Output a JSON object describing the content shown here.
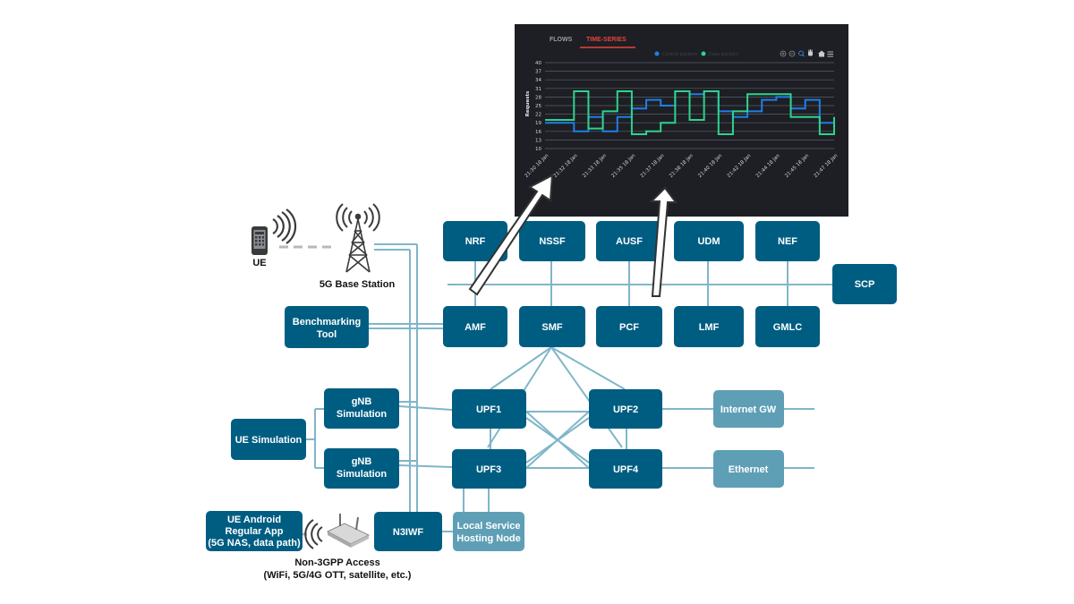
{
  "colors": {
    "node": "#005d82",
    "node_light": "#5f9fb6",
    "link": "#7fb6c9",
    "dashboard_bg": "#1d1f24",
    "tab_active": "#e8443a",
    "series_blue": "#1f7ee8",
    "series_green": "#2ed38c"
  },
  "nodes": {
    "nrf": "NRF",
    "nssf": "NSSF",
    "ausf": "AUSF",
    "udm": "UDM",
    "nef": "NEF",
    "scp": "SCP",
    "amf": "AMF",
    "smf": "SMF",
    "pcf": "PCF",
    "lmf": "LMF",
    "gmlc": "GMLC",
    "benchmarking_tool": [
      "Benchmarking",
      "Tool"
    ],
    "gnb1": [
      "gNB",
      "Simulation"
    ],
    "gnb2": [
      "gNB",
      "Simulation"
    ],
    "ue_simulation": "UE Simulation",
    "upf1": "UPF1",
    "upf2": "UPF2",
    "upf3": "UPF3",
    "upf4": "UPF4",
    "internet_gw": "Internet GW",
    "ethernet": "Ethernet",
    "local_service": [
      "Local Service",
      "Hosting Node"
    ],
    "n3iwf": "N3IWF",
    "ue_android": [
      "UE Android",
      "Regular App",
      "(5G NAS, data path)"
    ]
  },
  "labels": {
    "ue": "UE",
    "base_station": "5G Base Station",
    "non3gpp": [
      "Non-3GPP Access",
      "(WiFi, 5G/4G OTT, satellite, etc.)"
    ]
  },
  "icons": [
    "phone-icon",
    "wireless-waves-icon",
    "antenna-tower-icon",
    "wifi-router-icon",
    "zoom-in-icon",
    "zoom-out-icon",
    "magnifier-icon",
    "pan-icon",
    "home-icon",
    "menu-icon"
  ],
  "dashboard": {
    "tabs": [
      "FLOWS",
      "TIME-SERIES"
    ],
    "active_tab": "TIME-SERIES",
    "legend": [
      "Control packets",
      "Data packets"
    ]
  },
  "chart_data": {
    "type": "line",
    "ylabel": "Requests",
    "ylim": [
      10,
      40
    ],
    "yticks": [
      10,
      13,
      16,
      19,
      22,
      25,
      28,
      31,
      34,
      37,
      40
    ],
    "xticks": [
      "21:30 18 Jan",
      "21:32 18 Jan",
      "21:33 18 Jan",
      "21:35 18 Jan",
      "21:37 18 Jan",
      "21:38 18 Jan",
      "21:40 18 Jan",
      "21:42 18 Jan",
      "21:44 18 Jan",
      "21:45 18 Jan",
      "21:47 18 Jan"
    ],
    "step": true,
    "series": [
      {
        "name": "Control packets",
        "color": "#1f7ee8",
        "x": [
          0,
          0.5,
          1,
          1.5,
          2,
          2.5,
          3,
          3.5,
          4,
          4.5,
          5,
          5.5,
          6,
          6.5,
          7,
          7.5,
          8,
          8.5,
          9,
          9.5,
          10
        ],
        "values": [
          19,
          19,
          16,
          21,
          16,
          21,
          24,
          27,
          25,
          30,
          29,
          30,
          23,
          21,
          23,
          27,
          28,
          24,
          27,
          19,
          21
        ]
      },
      {
        "name": "Data packets",
        "color": "#2ed38c",
        "x": [
          0,
          0.5,
          1,
          1.5,
          2,
          2.5,
          3,
          3.5,
          4,
          4.5,
          5,
          5.5,
          6,
          6.5,
          7,
          7.5,
          8,
          8.5,
          9,
          9.5,
          10
        ],
        "values": [
          20,
          20,
          30,
          17,
          23,
          30,
          15,
          16,
          19,
          30,
          20,
          30,
          15,
          23,
          29,
          29,
          29,
          21,
          21,
          15,
          21
        ]
      }
    ]
  }
}
